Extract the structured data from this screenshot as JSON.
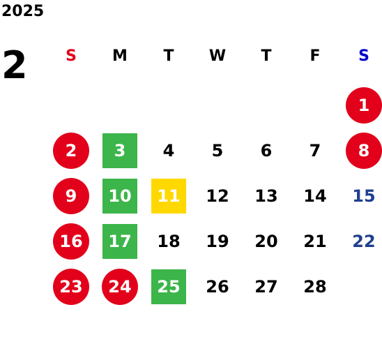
{
  "calendar": {
    "year": "2025",
    "month": "2",
    "weekdays": [
      {
        "label": "S",
        "color": "#e2001a"
      },
      {
        "label": "M",
        "color": "#000000"
      },
      {
        "label": "T",
        "color": "#000000"
      },
      {
        "label": "W",
        "color": "#000000"
      },
      {
        "label": "T",
        "color": "#000000"
      },
      {
        "label": "F",
        "color": "#000000"
      },
      {
        "label": "S",
        "color": "#0000cc"
      }
    ],
    "first_weekday_index": 6,
    "days": [
      {
        "day": "1",
        "style": "holiday-circle"
      },
      {
        "day": "2",
        "style": "holiday-circle"
      },
      {
        "day": "3",
        "style": "green-square"
      },
      {
        "day": "4",
        "style": "plain"
      },
      {
        "day": "5",
        "style": "plain"
      },
      {
        "day": "6",
        "style": "plain"
      },
      {
        "day": "7",
        "style": "plain"
      },
      {
        "day": "8",
        "style": "holiday-circle"
      },
      {
        "day": "9",
        "style": "holiday-circle"
      },
      {
        "day": "10",
        "style": "green-square"
      },
      {
        "day": "11",
        "style": "yellow-square"
      },
      {
        "day": "12",
        "style": "plain"
      },
      {
        "day": "13",
        "style": "plain"
      },
      {
        "day": "14",
        "style": "plain"
      },
      {
        "day": "15",
        "style": "saturday"
      },
      {
        "day": "16",
        "style": "holiday-circle"
      },
      {
        "day": "17",
        "style": "green-square"
      },
      {
        "day": "18",
        "style": "plain"
      },
      {
        "day": "19",
        "style": "plain"
      },
      {
        "day": "20",
        "style": "plain"
      },
      {
        "day": "21",
        "style": "plain"
      },
      {
        "day": "22",
        "style": "saturday"
      },
      {
        "day": "23",
        "style": "holiday-circle"
      },
      {
        "day": "24",
        "style": "holiday-circle"
      },
      {
        "day": "25",
        "style": "green-square"
      },
      {
        "day": "26",
        "style": "plain"
      },
      {
        "day": "27",
        "style": "plain"
      },
      {
        "day": "28",
        "style": "plain"
      }
    ]
  },
  "colors": {
    "holiday_red": "#e2001a",
    "green": "#3cb54a",
    "yellow": "#ffd800",
    "saturday_blue": "#1f3f8f",
    "sunday_header_red": "#e2001a",
    "saturday_header_blue": "#0000cc",
    "text_black": "#000000"
  }
}
